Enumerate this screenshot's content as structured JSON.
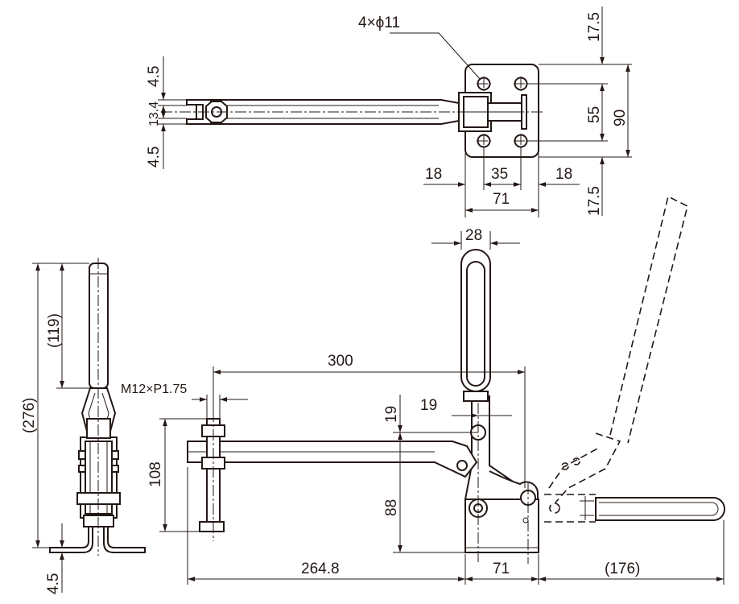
{
  "colors": {
    "line": "#231815",
    "background": "#ffffff"
  },
  "dimensions": {
    "hole_spec": "4×ϕ11",
    "top_margin": "17.5",
    "bottom_margin": "17.5",
    "hole_pitch_v": "55",
    "base_height": "90",
    "hole_offset_left": "18",
    "hole_pitch_h": "35",
    "hole_offset_right": "18",
    "base_width_top": "71",
    "bar_upper": "4.5",
    "slot_width": "13.4",
    "bar_lower": "4.5",
    "handle_width": "28",
    "handle_length": "(119)",
    "overall_height": "(276)",
    "thread_spec": "M12×P1.75",
    "reach": "300",
    "spindle_adjust": "108",
    "pivot_gap": "19",
    "pivot_offset": "19",
    "pivot_height": "88",
    "base_plate": "4.5",
    "spindle_to_base": "264.8",
    "base_width_front": "71",
    "handle_reach": "(176)"
  }
}
